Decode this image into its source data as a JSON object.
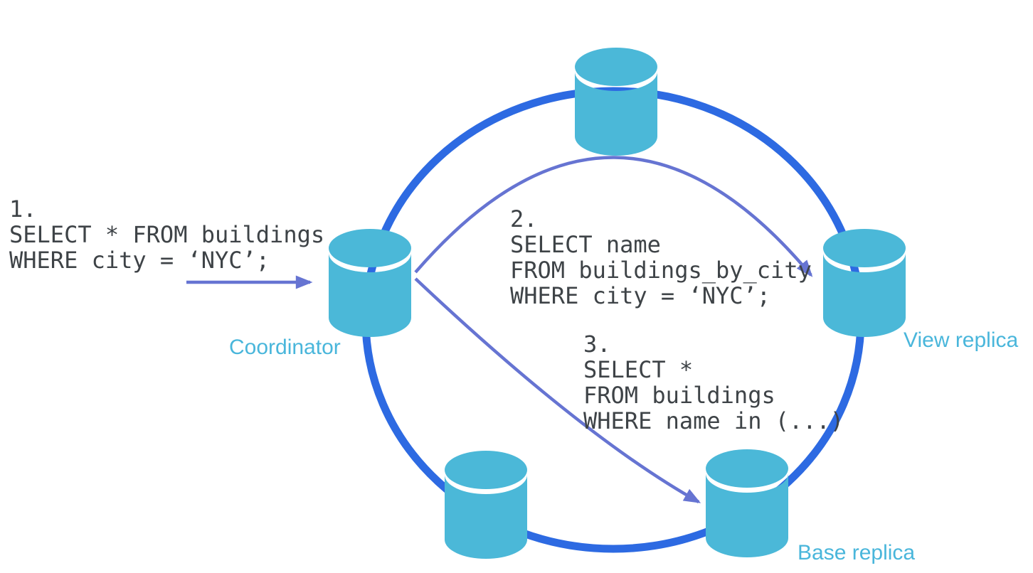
{
  "diagram": {
    "type": "database-cluster-query-flow",
    "queries": [
      {
        "text": "1.\nSELECT * FROM buildings\nWHERE city = ‘NYC’;"
      },
      {
        "text": "2.\nSELECT name\nFROM buildings_by_city\nWHERE city = ‘NYC’;"
      },
      {
        "text": "3.\nSELECT *\nFROM buildings\nWHERE name in (...)"
      }
    ],
    "nodes": {
      "coordinator": {
        "label": "Coordinator"
      },
      "view_replica": {
        "label": "View replica"
      },
      "base_replica": {
        "label": "Base replica"
      },
      "top_node": {
        "label": ""
      },
      "bottom_left_node": {
        "label": ""
      }
    },
    "colors": {
      "ring": "#2d6ae2",
      "query_arrow": "#6674d2",
      "cylinder": "#4bb8d8",
      "node_label": "#49b6db",
      "code_text": "#3e4347",
      "background": "#ffffff"
    }
  }
}
